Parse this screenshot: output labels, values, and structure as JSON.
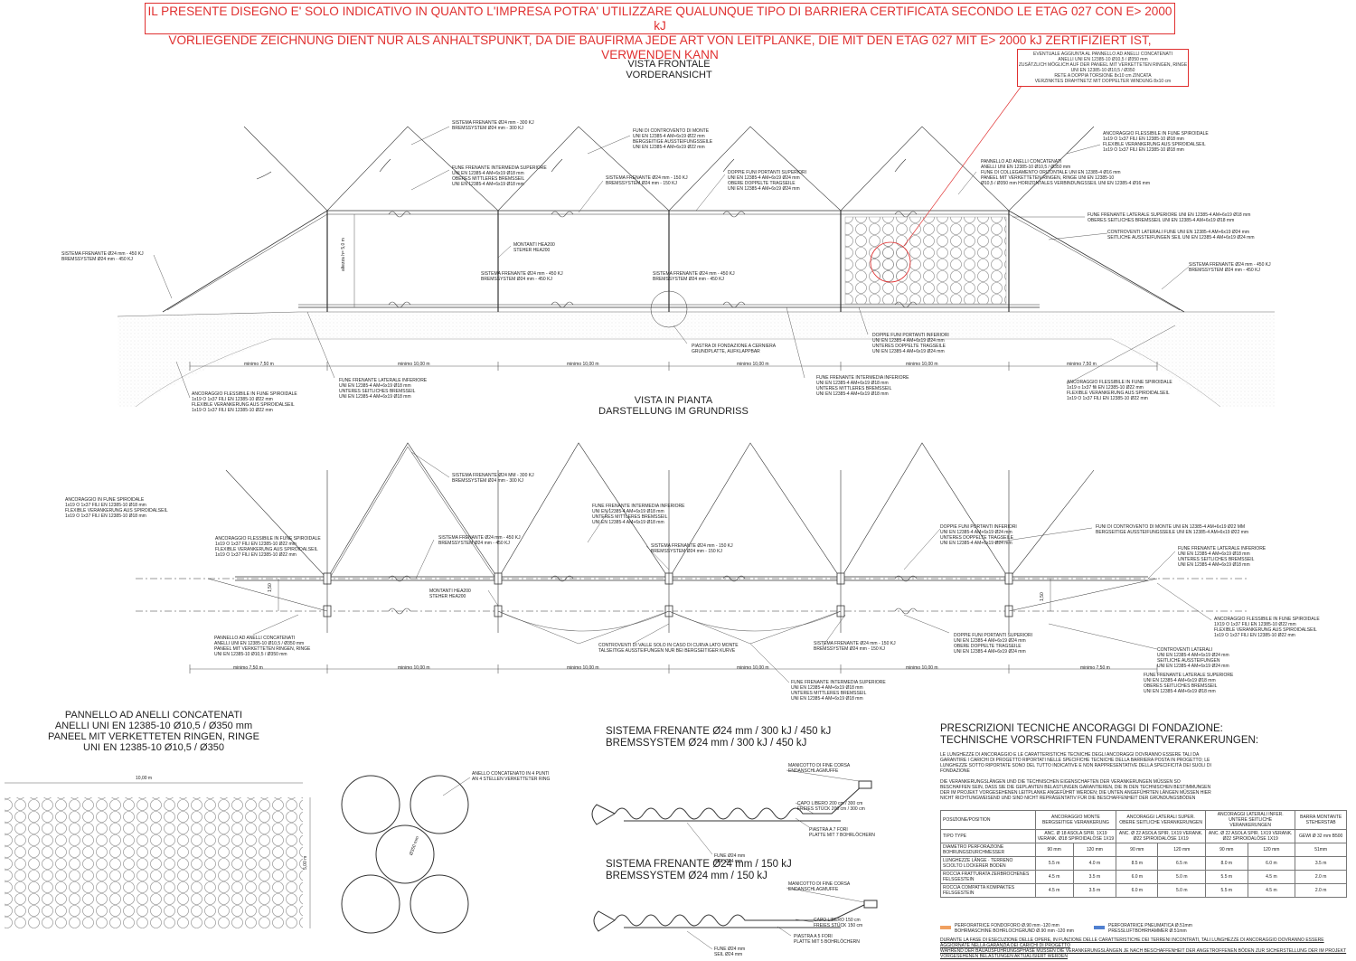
{
  "warning": {
    "line1": "IL PRESENTE DISEGNO E' SOLO INDICATIVO IN QUANTO L'IMPRESA POTRA' UTILIZZARE QUALUNQUE TIPO DI BARRIERA CERTIFICATA SECONDO LE ETAG 027 CON E> 2000 kJ",
    "line2": "VORLIEGENDE ZEICHNUNG DIENT NUR ALS ANHALTSPUNKT, DA DIE BAUFIRMA JEDE ART VON LEITPLANKE, DIE MIT DEN ETAG 027 MIT E> 2000 kJ ZERTIFIZIERT IST, VERWENDEN KANN",
    "color": "#e03030"
  },
  "front_view": {
    "title1": "VISTA FRONTALE",
    "title2": "VORDERANSICHT",
    "height_label": "altezza h= 5,0 m",
    "callout": [
      "EVENTUALE AGGIUNTA AL PANNELLO AD ANELLI CONCATENATI",
      "ANELLI UNI EN 12385-10 Ø10,5 / Ø350 mm",
      "ZUSÄTZLICH MÖGLICH AUF DER PANEEL MIT VERKETTETEN RINGEN, RINGE",
      "UNI EN 12385-10 Ø10,5 / Ø350",
      "RETE A DOPPIA TORSIONE 8x10 cm ZINCATA",
      "VERZINKTES DRAHTNETZ MIT DOPPELTER WINDUNG 8x10 cm"
    ],
    "labels": [
      [
        "SISTEMA FRENANTE Ø24 mm - 300 KJ",
        "BREMSSYSTEM Ø24 mm - 300 KJ"
      ],
      [
        "FUNI DI CONTROVENTO DI MONTE",
        "UNI EN 12385-4 AM+6x19 Ø22 mm",
        "BERGSEITIGE AUSSTEIFUNGSSEILE",
        "UNI EN 12385-4 AM+6x19 Ø22 mm"
      ],
      [
        "ANCORAGGIO FLESSIBILE IN FUNE SPIROIDALE",
        "1x19 O 1x37 FILI EN 12385-10 Ø18 mm",
        "FLEXIBLE VERANKERUNG AUS SPIROIDALSEIL",
        "1x19 O 1x37 FILI EN 12385-10 Ø18 mm"
      ],
      [
        "PANNELLO AD ANELLI CONCATENATI",
        "ANELLI UNI EN 12385-10 Ø10,5 / Ø350 mm",
        "FUNE DI COLLEGAMENTO ORIZONTALE UNI EN 12385-4 Ø16 mm",
        "PANEEL MIT VERKETTETEN RINGEN, RINGE UNI EN 12385-10",
        "Ø10,5 / Ø350 mm HORIZONTALES VERBINDUNGSSEIL UNI EN 12385-4 Ø16 mm"
      ],
      [
        "FUNE FRENANTE INTERMEDIA SUPERIORE",
        "UNI EN 12385-4 AM+6x19 Ø18 mm",
        "OBERES MITTLERES BREMSSEIL",
        "UNI EN 12385-4 AM+6x19 Ø18 mm"
      ],
      [
        "SISTEMA FRENANTE Ø24 mm - 150 KJ",
        "BREMSSYSTEM Ø24 mm - 150 KJ"
      ],
      [
        "DOPPIE FUNI PORTANTI SUPERIORI",
        "UNI EN 12385-4 AM+6x19 Ø24 mm",
        "OBERE DOPPELTE TRAGSEILE",
        "UNI EN 12385-4 AM+6x19 Ø24 mm"
      ],
      [
        "FUNE FRENANTE LATERALE SUPERIORE UNI EN 12385-4 AM+6x19 Ø18 mm",
        "OBERES SEITLICHES BREMSSEIL UNI EN 12385-4 AM+6x19 Ø18 mm"
      ],
      [
        "CONTROVENTI LATERALI FUNE UNI EN 12385-4 AM+6x19 Ø24 mm",
        "SEITLICHE AUSSTEIFUNGEN SEIL UNI EN 12385-4 AM+6x19 Ø24 mm"
      ],
      [
        "SISTEMA FRENANTE Ø24 mm - 450 KJ",
        "BREMSSYSTEM Ø24 mm - 450 KJ"
      ],
      [
        "MONTANTI HEA200",
        "STEHER HEA200"
      ],
      [
        "SISTEMA FRENANTE Ø24 mm - 450 KJ",
        "BREMSSYSTEM Ø24 mm - 450 KJ"
      ],
      [
        "SISTEMA FRENANTE Ø24 mm - 450 KJ",
        "BREMSSYSTEM Ø24 mm - 450 KJ"
      ],
      [
        "SISTEMA FRENANTE Ø24 mm - 450 KJ",
        "BREMSSYSTEM Ø24 mm - 450 KJ"
      ],
      [
        "DOPPIE FUNI PORTANTI INFERIORI",
        "UNI EN 12385-4 AM+6x19 Ø24 mm",
        "UNTERES DOPPELTE TRAGSEILE",
        "UNI EN 12385-4 AM+6x19 Ø24 mm"
      ],
      [
        "PIASTRA DI FONDAZIONE A CERNIERA",
        "GRUNDPLATTE, AUFKLAPPBAR"
      ],
      [
        "FUNE FRENANTE LATERALE INFERIORE",
        "UNI EN 12385-4 AM+6x19 Ø18 mm",
        "UNTERES SEITLICHES BREMSSEIL",
        "UNI EN 12385-4 AM+6x19 Ø18 mm"
      ],
      [
        "FUNE FRENANTE INTERMEDIA INFERIORE",
        "UNI EN 12385-4 AM+6x19 Ø18 mm",
        "UNTERES MITTLERES BREMSSEIL",
        "UNI EN 12385-4 AM+6x19 Ø18 mm"
      ],
      [
        "ANCORAGGIO FLESSIBILE IN FUNE SPIROIDALE",
        "1x19 O 1x37 FILI EN 12385-10 Ø22 mm",
        "FLEXIBLE VERANKERUNG AUS SPIROIDALSEIL",
        "1x19 O 1x37 FILI EN 12385-10 Ø22 mm"
      ],
      [
        "ANCORAGGIO FLESSIBILE IN FUNE SPIROIDALE",
        "1x19 o 1x37 fili EN 12385-10 Ø22 mm",
        "FLEXIBLE VERANKERUNG AUS SPIROIDALSEIL",
        "1x19 O 1x37 FILI EN 12385-10 Ø22 mm"
      ]
    ],
    "dims": [
      "minimo 7,50 m",
      "minimo 10,00 m",
      "minimo 10,00 m",
      "minimo 10,00 m",
      "minimo 10,00 m",
      "minimo 7,50 m"
    ]
  },
  "plan_view": {
    "title1": "VISTA IN PIANTA",
    "title2": "DARSTELLUNG IM GRUNDRISS",
    "side_dim": "1,50",
    "labels": [
      [
        "SISTEMA FRENANTE Ø24 MM - 300 KJ",
        "BREMSSYSTEM Ø24 mm - 300 KJ"
      ],
      [
        "ANCORAGGIO IN FUNE SPIROIDALE",
        "1x19 O 1x37 FILI EN 12385-10 Ø18 mm",
        "FLEXIBLE VERANKERUNG AUS SPIROIDALSEIL",
        "1x19 O 1x37 FILI EN 12385-10 Ø18 mm"
      ],
      [
        "FUNE FRENANTE INTERMEDIA INFERIORE",
        "UNI EN 12385-4 AM+6x19 Ø18 mm",
        "UNTERES MITTLERES BREMSSEIL",
        "UNI EN 12385-4 AM+6x19 Ø18 mm"
      ],
      [
        "FUNI DI CONTROVENTO DI MONTE UNI EN 12385-4 AM+6x19 Ø22 MM",
        "BERGSEITIGE AUSSTEIFUNGSSEILE UNI EN 12385-4 AM+6x19 Ø22 mm"
      ],
      [
        "ANCORAGGIO FLESSIBILE IN FUNE SPIROIDALE",
        "1x19 O 1x37 FILI EN 12385-10 Ø22 mm",
        "FLEXIBLE VERANKERUNG AUS SPIROIDALSEIL",
        "1x19 O 1x37 FILI EN 12385-10 Ø22 mm"
      ],
      [
        "SISTEMA FRENANTE Ø24 mm - 450 KJ",
        "BREMSSYSTEM Ø24 mm - 450 KJ"
      ],
      [
        "DOPPIE FUNI PORTANTI INFERIORI",
        "UNI EN 12385-4 AM+6x19 Ø24 mm",
        "UNTERES DOPPELTE TRAGSEILE",
        "UNI EN 12385-4 AM+6x19 Ø24 mm"
      ],
      [
        "SISTEMA FRENANTE Ø24 mm - 150 KJ",
        "BREMSSYSTEM Ø24 mm - 150 KJ"
      ],
      [
        "FUNE FRENANTE LATERALE INFERIORE",
        "UNI EN 12385-4 AM+6x19 Ø18 mm",
        "UNTERES SEITLICHES BREMSSEIL",
        "UNI EN 12385-4 AM+6x19 Ø18 mm"
      ],
      [
        "MONTANTI HEA200",
        "STEHER HEA200"
      ],
      [
        "ANCORAGGIO FLESSIBILE IN FUNE SPIROIDALE",
        "1X19 O 1x37 FILI EN 12385-10 Ø22 mm",
        "FLEXIBLE VERANKERUNG AUS SPIROIDALSEIL",
        "1x19 O 1x37 FILI EN 12385-10 Ø22 mm"
      ],
      [
        "PANNELLO AD ANELLI CONCATENATI",
        "ANELLI UNI EN 12385-10 Ø10,5 / Ø350 mm",
        "PANEEL MIT VERKETTETEN RINGEN, RINGE",
        "UNI EN 12385-10 Ø10,5 / Ø350 mm"
      ],
      [
        "CONTROVENTI DI VALLE SOLO IN CASO DI CURVA LATO MONTE",
        "TALSEITIGE AUSSTEIFUNGEN NUR BEI BERGSEITIGER KURVE"
      ],
      [
        "SISTEMA FRENANTE Ø24 mm - 150 KJ",
        "BREMSSYSTEM Ø24 mm - 150 KJ"
      ],
      [
        "DOPPIE FUNI PORTANTI SUPERIORI",
        "UNI EN 12385-4 AM+6x19 Ø24 mm",
        "OBERE DOPPELTE TRAGSEILE",
        "UNI EN 12385-4 AM+6x19 Ø24 mm"
      ],
      [
        "CONTROVENTI LATERALI",
        "UNI EN 12385-4 AM+6x19 Ø24 mm",
        "SEITLICHE AUSSTEIFUNGEN",
        "UNI EN 12385-4 AM+6x19 Ø24 mm"
      ],
      [
        "FUNE FRENANTE LATERALE SUPERIORE",
        "UNI EN 12385-4 AM+6x19 Ø18 mm",
        "OBERES SEITLICHES BREMSSEIL",
        "UNI EN 12385-4 AM+6x19 Ø18 mm"
      ],
      [
        "FUNE FRENANTE INTERMEDIA SUPERIORE",
        "UNI EN 12385-4 AM+6x19 Ø18 mm",
        "UNTERES MITTLERES BREMSSEIL",
        "UNI EN 12385-4 AM+6x19 Ø18 mm"
      ]
    ],
    "dims": [
      "minimo 7,50 m",
      "minimo 10,00 m",
      "minimo 10,00 m",
      "minimo 10,00 m",
      "minimo 10,00 m",
      "minimo 7,50 m"
    ]
  },
  "ring_panel": {
    "title": [
      "PANNELLO AD ANELLI CONCATENATI",
      "ANELLI UNI EN 12385-10 Ø10,5 / Ø350 mm",
      "PANEEL MIT VERKETTETEN RINGEN, RINGE",
      "UNI EN 12385-10 Ø10,5 / Ø350"
    ],
    "width_dim": "10,00 m",
    "height_dim": "5,00 m",
    "ring_note": [
      "ANELLO CONCATENATO IN 4 PUNTI",
      "AN 4 STELLEN VERKETTETER RING"
    ],
    "ring_dim": "Ø350 mm"
  },
  "brake_300": {
    "title": [
      "SISTEMA FRENANTE Ø24 mm / 300 kJ / 450 kJ",
      "BREMSSYSTEM Ø24 mm / 300 kJ / 450 kJ"
    ],
    "labels": [
      [
        "MANICOTTO DI FINE CORSA",
        "ENDANSCHLAGMUFFE"
      ],
      [
        "CAPO LIBERO 200 cm / 300 cm",
        "FREIES STÜCK 200 cm / 300 cm"
      ],
      [
        "PIASTRA A 7 FORI",
        "PLATTE MIT 7 BOHRLÖCHERN"
      ],
      [
        "FUNE Ø24 mm",
        "SEIL Ø24 mm"
      ]
    ]
  },
  "brake_150": {
    "title": [
      "SISTEMA FRENANTE Ø24 mm / 150 kJ",
      "BREMSSYSTEM Ø24 mm / 150 kJ"
    ],
    "labels": [
      [
        "MANICOTTO DI FINE CORSA",
        "ENDANSCHLAGMUFFE"
      ],
      [
        "CAPO LIBERO 150 cm",
        "FREIES STÜCK 150 cm"
      ],
      [
        "PIASTRA A 5 FORI",
        "PLATTE MIT 5 BOHRLÖCHERN"
      ],
      [
        "FUNE Ø24 mm",
        "SEIL Ø24 mm"
      ]
    ]
  },
  "specs": {
    "title": [
      "PRESCRIZIONI TECNICHE ANCORAGGI DI FONDAZIONE:",
      "TECHNISCHE VORSCHRIFTEN FUNDAMENTVERANKERUNGEN:"
    ],
    "para_it": "LE LUNGHEZZE DI ANCORAGGIO E LE CARATTERISTICHE TECNICHE DEGLI ANCORAGGI DOVRANNO ESSERE TALI DA GARANTIRE I CARICHI DI PROGETTO RIPORTATI NELLE SPECIFICHE TECNICHE DELLA BARRIERA POSTA IN PROGETTO; LE LUNGHEZZE SOTTO RIPORTATE SONO DEL TUTTO INDICATIVE E NON RAPPRESENTATIVE DELLA SPECIFICITÀ DEI SUOLI DI FONDAZIONE",
    "para_de": "DIE VERANKERUNGSLÄNGEN UND DIE TECHNISCHEN EIGENSCHAFTEN DER VERANKERUNGEN MÜSSEN SO BESCHAFFEN SEIN, DASS SIE DIE GEPLANTEN BELASTUNGEN GARANTIEREN, DIE IN DEN TECHNISCHEN BESTIMMUNGEN DER IM PROJEKT VORGESEHENEN LEITPLANKE ANGEFÜHRT WERDEN; DIE UNTEN ANGEFÜHRTEN LÄNGEN MÜSSEN HIER NICHT RICHTUNGWEISEND UND SIND NICHT REPRÄSENTATIV FÜR DIE BESCHAFFENHEIT DER GRÜNDUNGSBÖDEN",
    "table": {
      "head": [
        "POSIZIONE/POSITION",
        "ANCORAGGIO MONTE BERGSEITIGE VERANKERUNG",
        "ANCORAGGI LATERALI SUPER. OBERE SEITLICHE VERANKERUNGEN",
        "ANCORAGGI LATERALI INFER. UNTERE SEITLICHE VERANKERUNGEN",
        "BARRA MONTANTE STEHERSTAB"
      ],
      "tipo": [
        "TIPO TYPE",
        "ANC. Ø 18 ASOLA SPIR. 1X19 VERANK. Ø18 SPIROIDALÖSE 1X19",
        "ANC. Ø 22 ASOLA SPIR. 1X19 VERANK. Ø22 SPIROIDALÖSE 1X19",
        "ANC. Ø 22 ASOLA SPIR. 1X19 VERANK. Ø22 SPIROIDALÖSE 1X19",
        "GEWI Ø 32 mm B500"
      ],
      "diam_label": "DIAMETRO PERFORAZIONE BOHRUNGSDURCHMESSER",
      "diams": [
        "90 mm",
        "120 mm",
        "90 mm",
        "120 mm",
        "90 mm",
        "120 mm",
        "51mm"
      ],
      "group_label": "LUNGHEZZE LÄNGE",
      "rows": [
        {
          "label": "TERRENO SCIOLTO LOCKERER BODEN",
          "vals": [
            "5.5 m",
            "4.0 m",
            "8.5 m",
            "6.5 m",
            "8.0 m",
            "6.0 m",
            "3.5 m"
          ]
        },
        {
          "label": "ROCCIA FRATTURATA ZERBROCHENES FELSGESTEIN",
          "vals": [
            "4.5 m",
            "3.5 m",
            "6.0 m",
            "5.0 m",
            "5.5 m",
            "4.5 m",
            "2.0 m"
          ]
        },
        {
          "label": "ROCCIA COMPATTA KOMPAKTES FELSGESTEIN",
          "vals": [
            "4.5 m",
            "3.5 m",
            "6.0 m",
            "5.0 m",
            "5.5 m",
            "4.5 m",
            "2.0 m"
          ]
        }
      ]
    },
    "legend": [
      {
        "text1": "PERFORATRICE FONDOFORO Ø.90 mm -120 mm",
        "text2": "BOHRMASCHINE BOHRLOCHGRUND Ø.90 mm -120 mm",
        "color": "#f0a060"
      },
      {
        "text1": "PERFORATRICE PNEUMATICA Ø.51mm",
        "text2": "PRESSLUFTBOHRHAMMER Ø.51mm",
        "color": "#5080d0"
      }
    ],
    "footnote": [
      "DURANTE LA FASE DI ESECUZIONE DELLE OPERE, IN FUNZIONE DELLE CARATTERISTICHE DEI TERRENI INCONTRATI, TALI LUNGHEZZE DI ANCORAGGIO DOVRANNO ESSERE AGGIORNATE NELLA GARANZIA DEI CARICHI DI PROGETTO",
      "WÄHREND DER BAUAUSFÜHRUNGSPHASE MÜSSEN DIE VERANKERUNGSLÄNGEN JE NACH BESCHAFFENHEIT DER ANGETROFFENEN BÖDEN ZUR SICHERSTELLUNG DER IM PROJEKT VORGESEHENEN BELASTUNGEN AKTUALISIERT WERDEN"
    ]
  }
}
